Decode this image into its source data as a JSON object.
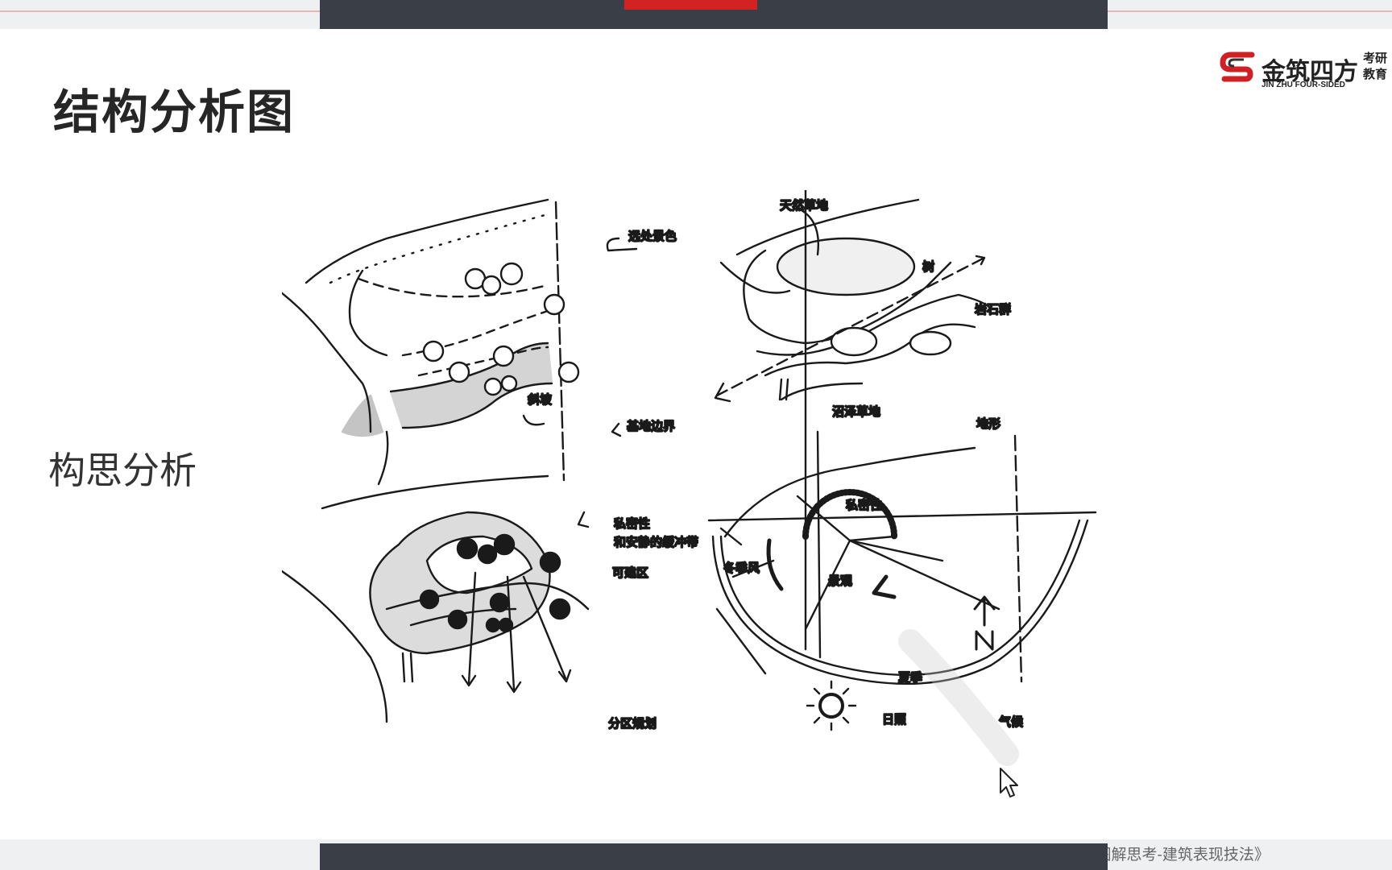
{
  "slide": {
    "title": "结构分析图",
    "subtitle": "构思分析",
    "source": "图片来源：《图解思考-建筑表现技法》"
  },
  "logo": {
    "name": "金筑四方",
    "sub": "JIN ZHU FOUR-SIDED",
    "side_top": "考研",
    "side_bottom": "教育"
  },
  "sketch": {
    "notes": {
      "tl_top": "远处景色",
      "tl_mid": "斜坡",
      "tl_bottom": "基地边界",
      "tr_top": "天然草地",
      "tr_rock": "岩石群",
      "tr_center": "沼泽草地",
      "tr_br": "地形",
      "tr_tree": "树",
      "bl_priv": "私密性",
      "bl_priv2": "和安静的缓冲带",
      "bl_build": "可建区",
      "bl_br": "分区规划",
      "br_priv": "私密性",
      "br_wind": "冬季风",
      "br_view": "景观",
      "br_summer": "夏季",
      "br_sun": "日照",
      "br_climate": "气候"
    }
  },
  "colors": {
    "bar": "#3a3f47",
    "accent": "#d32222",
    "logo_red": "#d11f26"
  }
}
